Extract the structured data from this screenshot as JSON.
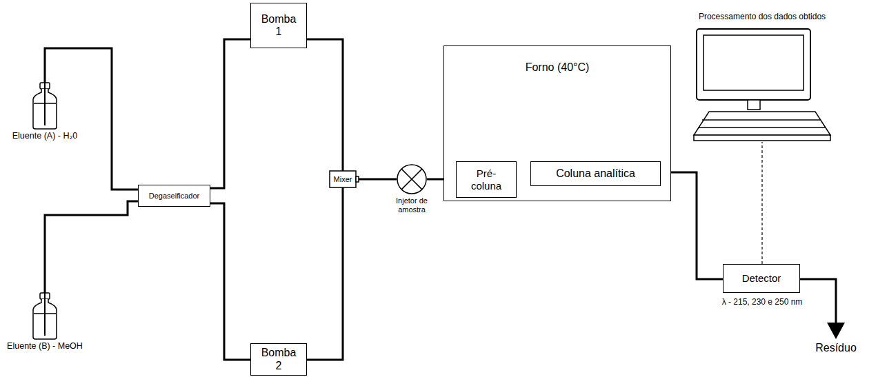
{
  "diagram": {
    "nodes": [
      {
        "text": [
          "Eluente (A) - H₂0"
        ]
      },
      {
        "text": [
          "Eluente (B) - MeOH"
        ]
      },
      {
        "text": [
          "Degaseificador"
        ]
      },
      {
        "text": [
          "Bomba 1"
        ]
      },
      {
        "text": [
          "Bomba 2"
        ]
      },
      {
        "text": [
          "Mixer"
        ]
      },
      {
        "text": [
          "Injetor de amostra"
        ]
      },
      {
        "text": [
          "Forno (40°C)"
        ]
      },
      {
        "text": [
          "Pré-coluna"
        ],
        "in": 7
      },
      {
        "text": [
          "Coluna analítica"
        ],
        "in": 7
      },
      {
        "text": [
          "Detector"
        ]
      },
      {
        "text": [
          "Processamento dos dados obtidos"
        ]
      }
    ],
    "edges": [
      {
        "from": 0,
        "to": 2,
        "arrow": "none"
      },
      {
        "from": 1,
        "to": 2,
        "arrow": "none"
      },
      {
        "from": 2,
        "to": 3,
        "arrow": "none"
      },
      {
        "from": 2,
        "to": 4,
        "arrow": "none"
      },
      {
        "from": 3,
        "to": 5,
        "arrow": "none"
      },
      {
        "from": 4,
        "to": 5,
        "arrow": "none"
      },
      {
        "from": 5,
        "to": 6,
        "arrow": "none"
      },
      {
        "from": 6,
        "to": 8,
        "arrow": "none"
      },
      {
        "from": 8,
        "to": 9,
        "arrow": "none"
      },
      {
        "from": 9,
        "to": 10,
        "arrow": "none"
      },
      {
        "from": 10,
        "to": 11,
        "arrow": "none"
      }
    ],
    "labels": [
      "λ - 215, 230 e 250 nm",
      "Resíduo"
    ]
  }
}
